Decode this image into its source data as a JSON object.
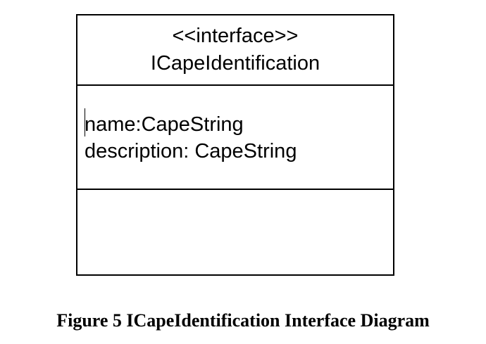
{
  "diagram": {
    "stereotype": "<<interface>>",
    "class_name": "ICapeIdentification",
    "attributes": [
      "name:CapeString",
      "description: CapeString"
    ],
    "operations": []
  },
  "caption": "Figure 5 ICapeIdentification Interface Diagram"
}
